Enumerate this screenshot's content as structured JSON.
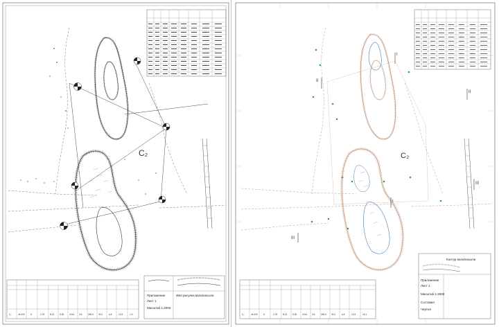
{
  "sheets": [
    {
      "id": "left",
      "map_label": "C₂",
      "stamp": {
        "line1": "Приложение",
        "line2": "Лист 1",
        "line3": "Масштаб 1:2000",
        "legend_caption": "Имя рисунка вала/насыпи"
      },
      "section_markers": []
    },
    {
      "id": "right",
      "map_label": "C₂",
      "stamp": {
        "line1": "Приложение",
        "line2": "Лист 1",
        "line3": "Масштаб 1:2000",
        "line4": "Составил",
        "line5": "Чертил",
        "legend_caption": "Контур вала/насыпи"
      },
      "section_markers": [
        "I",
        "II",
        "III",
        "I",
        "II",
        "III"
      ]
    }
  ],
  "bottom_table": {
    "row": [
      "С₂",
      "46 400",
      "6",
      "2.78",
      "8.13",
      "5.35",
      "2314",
      "3.6",
      "254.5",
      "30.2",
      "6.8",
      "13.3",
      "1.5",
      "16.1"
    ]
  },
  "colors": {
    "ink": "#333333",
    "sepia": "#b8866e",
    "blue": "#3a7fc0",
    "teal": "#2e9c86",
    "salmon": "#e0a080"
  }
}
